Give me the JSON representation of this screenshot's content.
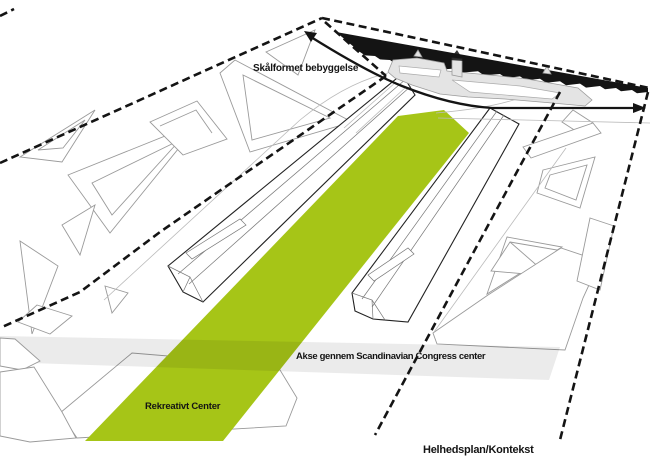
{
  "diagram": {
    "type": "architectural-site-diagram",
    "caption": "Helhedsplan/Kontekst",
    "labels": {
      "bowl_development": "Skålformet bebyggelse",
      "axis": "Akse gennem Scandinavian Congress center",
      "recreational_center": "Rekreativt Center",
      "context_caption": "Helhedsplan/Kontekst"
    },
    "colors": {
      "green": "#a6c517",
      "band": "#ececec",
      "station": "#e4e4e4",
      "outline": "#9a9a9a",
      "ink": "#141414",
      "background": "#ffffff"
    }
  }
}
